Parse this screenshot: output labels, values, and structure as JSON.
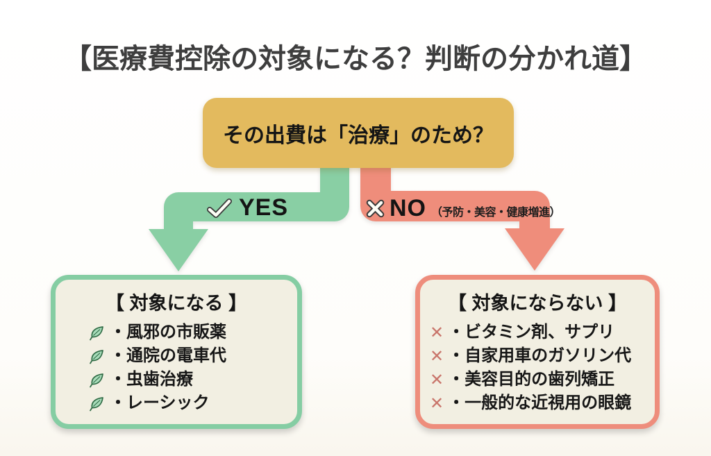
{
  "title": "【医療費控除の対象になる？判断の分かれ道】",
  "question": "その出費は「治療」のため？",
  "branch_yes": {
    "label": "YES"
  },
  "branch_no": {
    "label": "NO",
    "note": "（予防・美容・健康増進）"
  },
  "eligible": {
    "title": "【 対象になる 】",
    "items": [
      "・風邪の市販薬",
      "・通院の電車代",
      "・虫歯治療",
      "・レーシック"
    ]
  },
  "not_eligible": {
    "title": "【 対象にならない 】",
    "item_mark": "✕",
    "items": [
      "・ビタミン剤、サプリ",
      "・自家用車のガソリン代",
      "・美容目的の歯列矯正",
      "・一般的な近視用の眼鏡"
    ]
  },
  "colors": {
    "question_bg": "#e3ba5e",
    "yes_green": "#89cfa4",
    "no_red": "#ef8d7b",
    "panel_bg": "#f2efe2",
    "eligible_border": "#85cda3",
    "not_eligible_border": "#ee8d7c",
    "list_cross": "#c9756b",
    "title_text": "#3e3e3e"
  }
}
